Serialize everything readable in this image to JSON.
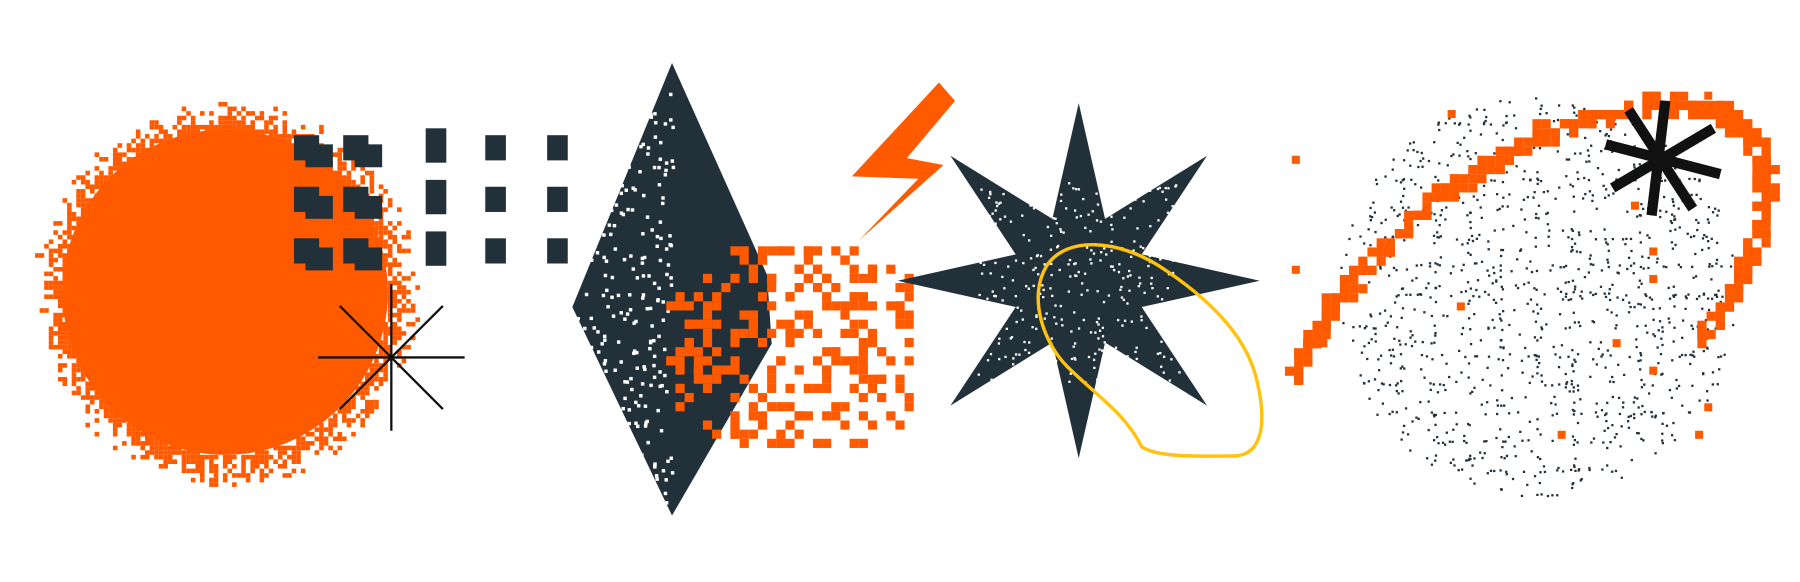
{
  "colors": {
    "orange": "#FF5A00",
    "dark": "#22303A",
    "yellow": "#FFC20E",
    "black": "#111111",
    "background": "#FFFFFF"
  },
  "icons": [
    "pixel-circle",
    "block-grid",
    "thin-asterisk",
    "pixel-diamond",
    "lightning-bolt",
    "pixel-star",
    "yellow-blob",
    "dotted-sphere",
    "orbit-ring",
    "bold-asterisk"
  ]
}
